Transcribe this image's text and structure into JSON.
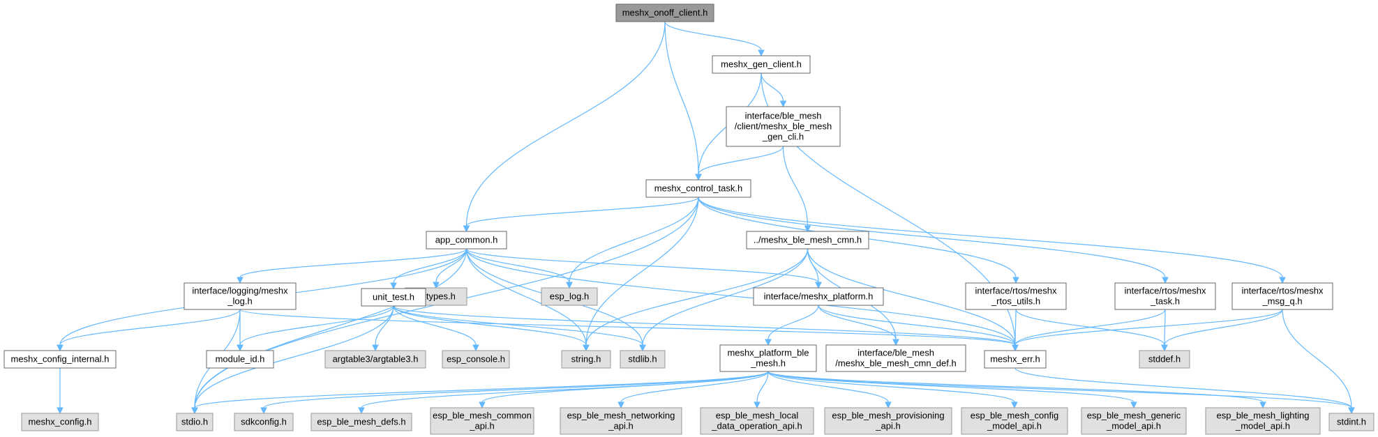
{
  "graph": {
    "colors": {
      "edge": "#63b8ff",
      "root_fill": "#999999",
      "node_fill": "#ffffff",
      "external_fill": "#e0e0e0",
      "border_dark": "#666666",
      "border_light": "#999999"
    },
    "nodes": [
      {
        "id": "n1",
        "lines": [
          "meshx_onoff_client.h"
        ],
        "kind": "root"
      },
      {
        "id": "n2",
        "lines": [
          "meshx_gen_client.h"
        ],
        "kind": "local"
      },
      {
        "id": "n3",
        "lines": [
          "interface/ble_mesh",
          "/client/meshx_ble_mesh",
          "_gen_cli.h"
        ],
        "kind": "local"
      },
      {
        "id": "n4",
        "lines": [
          "meshx_control_task.h"
        ],
        "kind": "local"
      },
      {
        "id": "n5",
        "lines": [
          "app_common.h"
        ],
        "kind": "local"
      },
      {
        "id": "n6",
        "lines": [
          "../meshx_ble_mesh_cmn.h"
        ],
        "kind": "local"
      },
      {
        "id": "n7",
        "lines": [
          "inttypes.h"
        ],
        "kind": "external"
      },
      {
        "id": "n8",
        "lines": [
          "interface/logging/meshx",
          "_log.h"
        ],
        "kind": "local"
      },
      {
        "id": "n9",
        "lines": [
          "unit_test.h"
        ],
        "kind": "local"
      },
      {
        "id": "n10",
        "lines": [
          "esp_log.h"
        ],
        "kind": "external"
      },
      {
        "id": "n11",
        "lines": [
          "interface/meshx_platform.h"
        ],
        "kind": "local"
      },
      {
        "id": "n12",
        "lines": [
          "interface/rtos/meshx",
          "_rtos_utils.h"
        ],
        "kind": "local"
      },
      {
        "id": "n13",
        "lines": [
          "interface/rtos/meshx",
          "_task.h"
        ],
        "kind": "local"
      },
      {
        "id": "n14",
        "lines": [
          "interface/rtos/meshx",
          "_msg_q.h"
        ],
        "kind": "local"
      },
      {
        "id": "n15",
        "lines": [
          "meshx_config_internal.h"
        ],
        "kind": "local"
      },
      {
        "id": "n16",
        "lines": [
          "module_id.h"
        ],
        "kind": "local"
      },
      {
        "id": "n17",
        "lines": [
          "argtable3/argtable3.h"
        ],
        "kind": "external"
      },
      {
        "id": "n18",
        "lines": [
          "esp_console.h"
        ],
        "kind": "external"
      },
      {
        "id": "n19",
        "lines": [
          "string.h"
        ],
        "kind": "external"
      },
      {
        "id": "n20",
        "lines": [
          "stdlib.h"
        ],
        "kind": "external"
      },
      {
        "id": "n21",
        "lines": [
          "meshx_platform_ble",
          "_mesh.h"
        ],
        "kind": "local"
      },
      {
        "id": "n22",
        "lines": [
          "interface/ble_mesh",
          "/meshx_ble_mesh_cmn_def.h"
        ],
        "kind": "local"
      },
      {
        "id": "n23",
        "lines": [
          "meshx_err.h"
        ],
        "kind": "local"
      },
      {
        "id": "n24",
        "lines": [
          "stddef.h"
        ],
        "kind": "external"
      },
      {
        "id": "n25",
        "lines": [
          "meshx_config.h"
        ],
        "kind": "external"
      },
      {
        "id": "n26",
        "lines": [
          "stdio.h"
        ],
        "kind": "external"
      },
      {
        "id": "n27",
        "lines": [
          "sdkconfig.h"
        ],
        "kind": "external"
      },
      {
        "id": "n28",
        "lines": [
          "esp_ble_mesh_defs.h"
        ],
        "kind": "external"
      },
      {
        "id": "n29",
        "lines": [
          "esp_ble_mesh_common",
          "_api.h"
        ],
        "kind": "external"
      },
      {
        "id": "n30",
        "lines": [
          "esp_ble_mesh_networking",
          "_api.h"
        ],
        "kind": "external"
      },
      {
        "id": "n31",
        "lines": [
          "esp_ble_mesh_local",
          "_data_operation_api.h"
        ],
        "kind": "external"
      },
      {
        "id": "n32",
        "lines": [
          "esp_ble_mesh_provisioning",
          "_api.h"
        ],
        "kind": "external"
      },
      {
        "id": "n33",
        "lines": [
          "esp_ble_mesh_config",
          "_model_api.h"
        ],
        "kind": "external"
      },
      {
        "id": "n34",
        "lines": [
          "esp_ble_mesh_generic",
          "_model_api.h"
        ],
        "kind": "external"
      },
      {
        "id": "n35",
        "lines": [
          "esp_ble_mesh_lighting",
          "_model_api.h"
        ],
        "kind": "external"
      },
      {
        "id": "n36",
        "lines": [
          "stdint.h"
        ],
        "kind": "external"
      }
    ],
    "edges": [
      [
        "n1",
        "n2"
      ],
      [
        "n1",
        "n4"
      ],
      [
        "n1",
        "n5"
      ],
      [
        "n2",
        "n3"
      ],
      [
        "n2",
        "n4"
      ],
      [
        "n2",
        "n23"
      ],
      [
        "n3",
        "n4"
      ],
      [
        "n3",
        "n6"
      ],
      [
        "n4",
        "n5"
      ],
      [
        "n4",
        "n10"
      ],
      [
        "n4",
        "n19"
      ],
      [
        "n4",
        "n26"
      ],
      [
        "n4",
        "n12"
      ],
      [
        "n4",
        "n13"
      ],
      [
        "n4",
        "n14"
      ],
      [
        "n5",
        "n7"
      ],
      [
        "n5",
        "n8"
      ],
      [
        "n5",
        "n9"
      ],
      [
        "n5",
        "n10"
      ],
      [
        "n5",
        "n11"
      ],
      [
        "n5",
        "n15"
      ],
      [
        "n5",
        "n26"
      ],
      [
        "n5",
        "n19"
      ],
      [
        "n5",
        "n20"
      ],
      [
        "n5",
        "n23"
      ],
      [
        "n6",
        "n11"
      ],
      [
        "n6",
        "n19"
      ],
      [
        "n6",
        "n20"
      ],
      [
        "n6",
        "n22"
      ],
      [
        "n6",
        "n23"
      ],
      [
        "n8",
        "n15"
      ],
      [
        "n8",
        "n16"
      ],
      [
        "n8",
        "n26"
      ],
      [
        "n8",
        "n23"
      ],
      [
        "n9",
        "n16"
      ],
      [
        "n9",
        "n17"
      ],
      [
        "n9",
        "n18"
      ],
      [
        "n9",
        "n19"
      ],
      [
        "n9",
        "n20"
      ],
      [
        "n9",
        "n26"
      ],
      [
        "n9",
        "n23"
      ],
      [
        "n11",
        "n21"
      ],
      [
        "n11",
        "n22"
      ],
      [
        "n11",
        "n23"
      ],
      [
        "n12",
        "n23"
      ],
      [
        "n12",
        "n24"
      ],
      [
        "n13",
        "n23"
      ],
      [
        "n13",
        "n24"
      ],
      [
        "n14",
        "n23"
      ],
      [
        "n14",
        "n24"
      ],
      [
        "n14",
        "n36"
      ],
      [
        "n15",
        "n25"
      ],
      [
        "n21",
        "n26"
      ],
      [
        "n21",
        "n27"
      ],
      [
        "n21",
        "n28"
      ],
      [
        "n21",
        "n29"
      ],
      [
        "n21",
        "n30"
      ],
      [
        "n21",
        "n31"
      ],
      [
        "n21",
        "n32"
      ],
      [
        "n21",
        "n33"
      ],
      [
        "n21",
        "n34"
      ],
      [
        "n21",
        "n35"
      ],
      [
        "n21",
        "n36"
      ],
      [
        "n23",
        "n36"
      ]
    ]
  }
}
